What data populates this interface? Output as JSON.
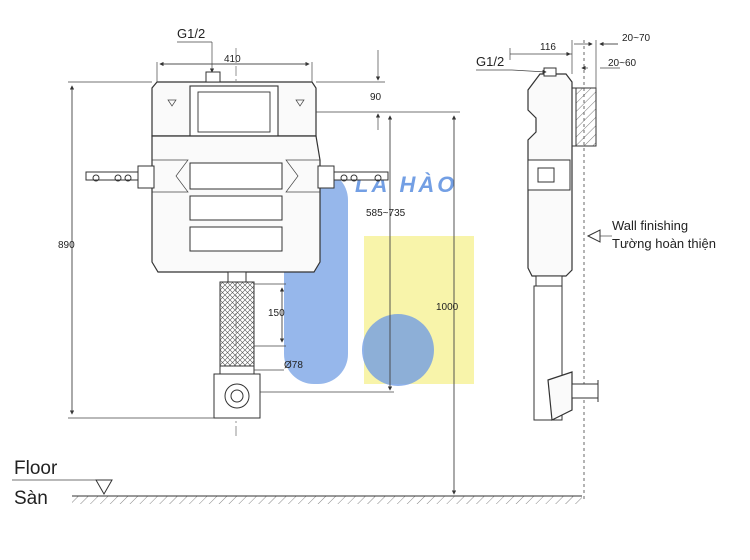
{
  "labels": {
    "g12_front": "G1/2",
    "g12_side": "G1/2",
    "floor": "Floor",
    "floor_vi": "Sàn",
    "wall": "Wall finishing",
    "wall_vi": "Tường hoàn thiện",
    "watermark": "LÀ HÀO"
  },
  "dims": {
    "width": "410",
    "top_gap": "90",
    "height_total": "890",
    "range_mid": "585~735",
    "pipe_len": "150",
    "pipe_dia": "Ø78",
    "floor_height": "1000",
    "depth": "116",
    "wall_range_1": "20~70",
    "wall_range_2": "20~60"
  },
  "colors": {
    "watermark_blue": "#5b8fe0",
    "watermark_yellow": "#f6f08a"
  }
}
